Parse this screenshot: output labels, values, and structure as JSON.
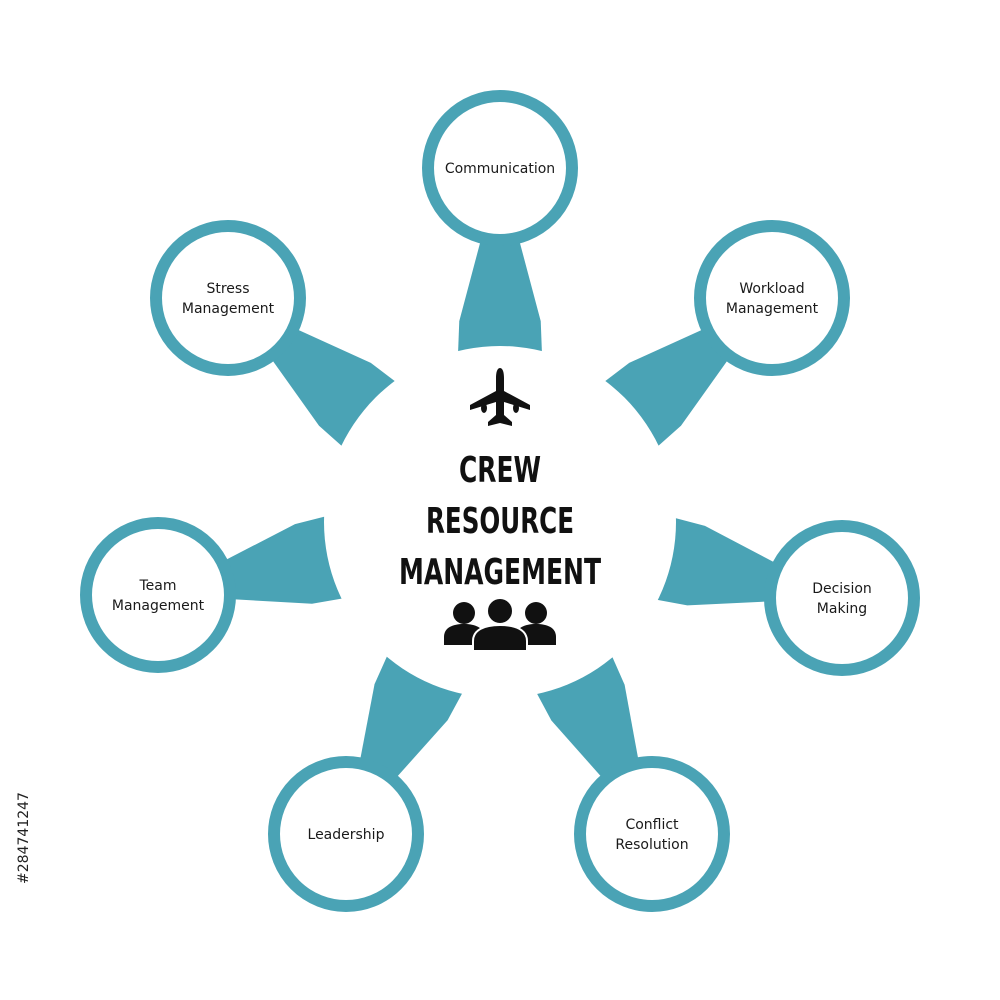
{
  "colors": {
    "accent": "#4aa3b5",
    "background": "#ffffff",
    "text": "#111111"
  },
  "center": {
    "title_lines": [
      "CREW",
      "RESOURCE",
      "MANAGEMENT"
    ],
    "top_icon": "airplane-icon",
    "bottom_icon": "people-group-icon"
  },
  "nodes": [
    {
      "id": "communication",
      "lines": [
        "Communication"
      ]
    },
    {
      "id": "workload-management",
      "lines": [
        "Workload",
        "Management"
      ]
    },
    {
      "id": "decision-making",
      "lines": [
        "Decision",
        "Making"
      ]
    },
    {
      "id": "conflict-resolution",
      "lines": [
        "Conflict",
        "Resolution"
      ]
    },
    {
      "id": "leadership",
      "lines": [
        "Leadership"
      ]
    },
    {
      "id": "team-management",
      "lines": [
        "Team",
        "Management"
      ]
    },
    {
      "id": "stress-management",
      "lines": [
        "Stress",
        "Management"
      ]
    }
  ],
  "watermark": {
    "text": "#284741247"
  }
}
